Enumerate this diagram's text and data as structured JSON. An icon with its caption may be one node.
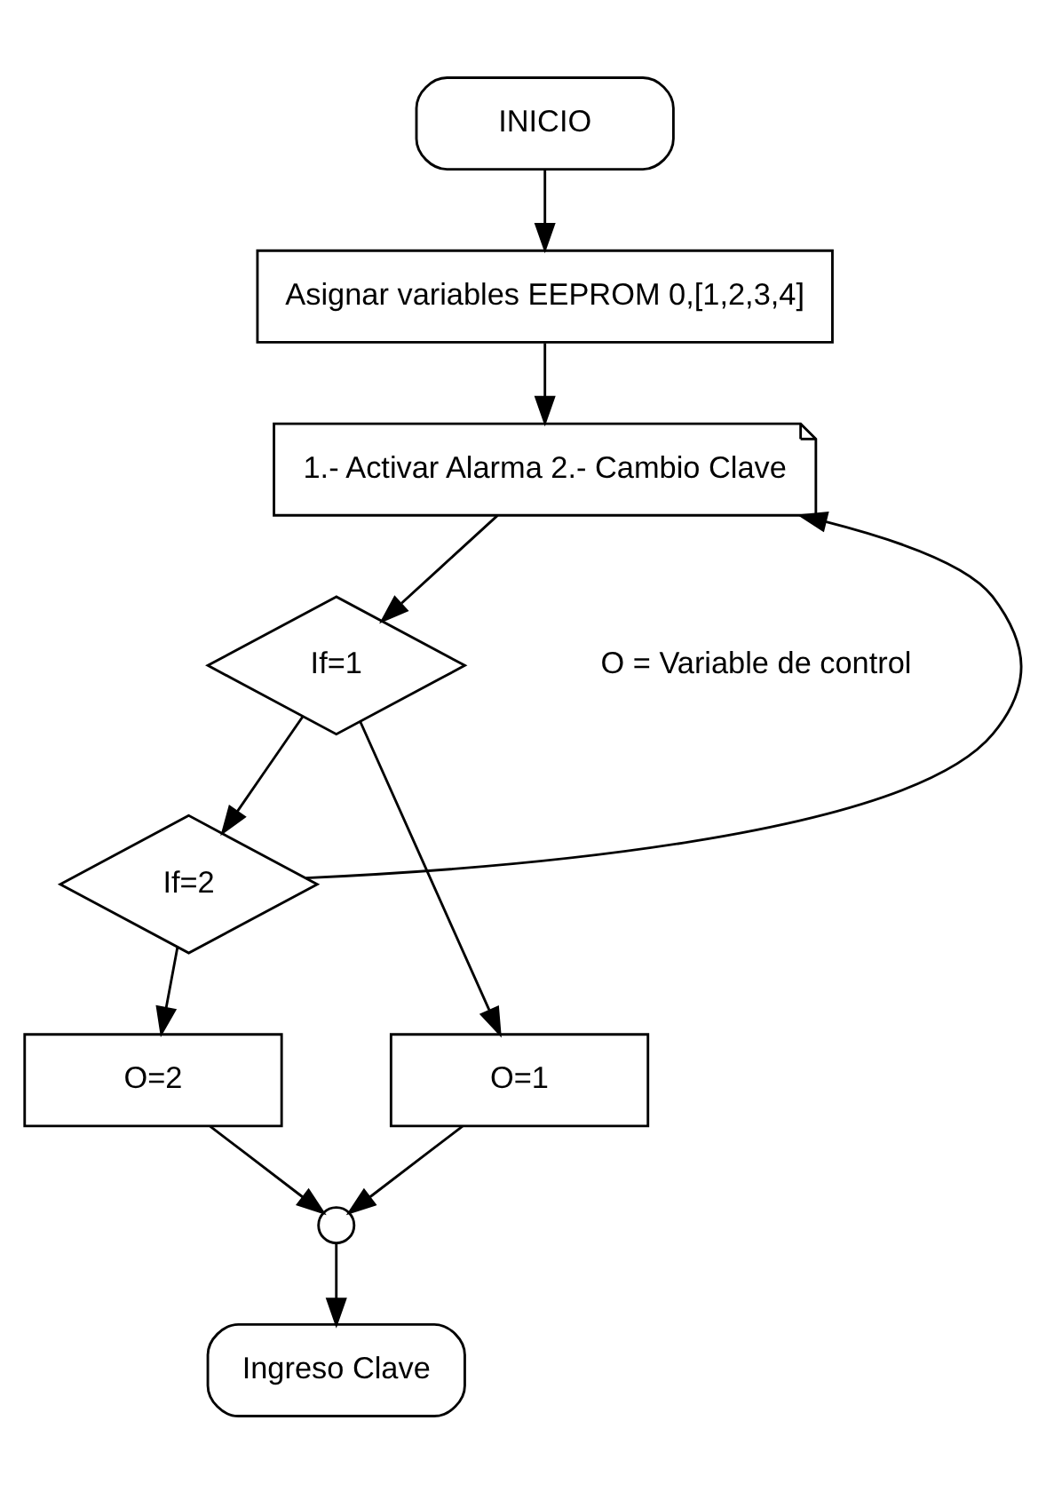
{
  "diagram": {
    "nodes": [
      {
        "text": [
          "INICIO"
        ]
      },
      {
        "text": [
          "Asignar variables EEPROM 0,[1,2,3,4]"
        ]
      },
      {
        "text": [
          "1.- Activar Alarma 2.- Cambio Clave"
        ]
      },
      {
        "text": [
          "If=1"
        ]
      },
      {
        "text": [
          "If=2"
        ]
      },
      {
        "text": [
          "O=1"
        ]
      },
      {
        "text": [
          "O=2"
        ]
      },
      {
        "text": [],
        "shape": "circle"
      },
      {
        "text": [
          "Ingreso Clave"
        ]
      }
    ],
    "edges": [
      {
        "from": 0,
        "to": 1,
        "arrow": "to"
      },
      {
        "from": 1,
        "to": 2,
        "arrow": "to"
      },
      {
        "from": 4,
        "to": 2,
        "arrow": "to"
      },
      {
        "from": 2,
        "to": 3,
        "arrow": "to"
      },
      {
        "from": 3,
        "to": 4,
        "arrow": "to"
      },
      {
        "from": 3,
        "to": 5,
        "arrow": "to"
      },
      {
        "from": 4,
        "to": 6,
        "arrow": "to"
      },
      {
        "from": 6,
        "to": 7,
        "arrow": "to"
      },
      {
        "from": 5,
        "to": 7,
        "arrow": "to"
      },
      {
        "from": 7,
        "to": 8,
        "arrow": "to"
      }
    ],
    "labels": [
      "O = Variable de control"
    ]
  }
}
